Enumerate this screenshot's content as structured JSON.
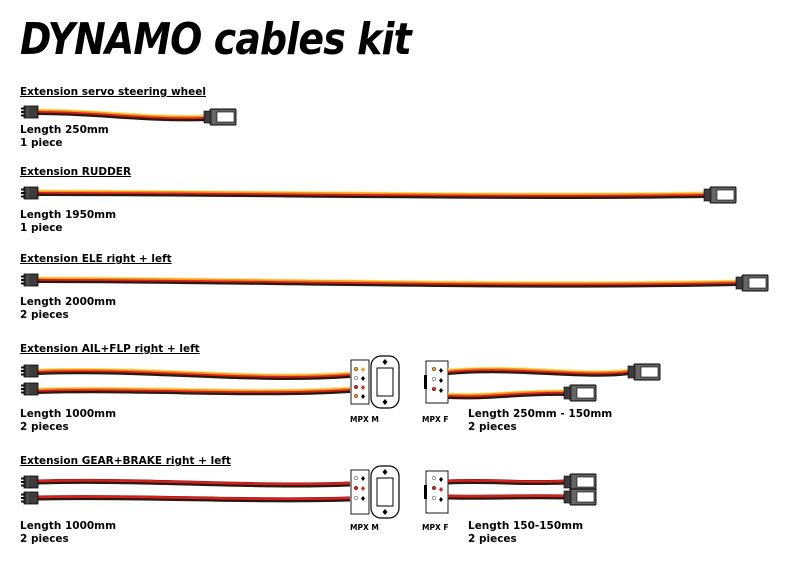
{
  "title": "DYNAMO cables kit",
  "colors": {
    "servo_wire_orange": "#f39a1e",
    "servo_wire_yellow": "#ffe27a",
    "servo_wire_red": "#d6201e",
    "servo_wire_dark": "#2a1a12",
    "plug_body": "#3c3c3c",
    "plug_housing": "#666666",
    "mpx_red": "#e0201c",
    "mpx_orange": "#f39a1e"
  },
  "sections": [
    {
      "heading": "Extension servo steering wheel",
      "length": "Length 250mm",
      "count": "1 piece"
    },
    {
      "heading": "Extension RUDDER",
      "length": "Length 1950mm",
      "count": "1 piece"
    },
    {
      "heading": "Extension ELE right + left",
      "length": "Length 2000mm",
      "count": "2 pieces"
    },
    {
      "heading": "Extension AIL+FLP right + left",
      "length": "Length 1000mm",
      "count": "2 pieces",
      "mpx_male": "MPX M",
      "mpx_female": "MPX F",
      "right_length": "Length 250mm - 150mm",
      "right_count": "2 pieces"
    },
    {
      "heading": "Extension GEAR+BRAKE right + left",
      "length": "Length 1000mm",
      "count": "2 pieces",
      "mpx_male": "MPX M",
      "mpx_female": "MPX F",
      "right_length": "Length 150-150mm",
      "right_count": "2 pieces"
    }
  ]
}
